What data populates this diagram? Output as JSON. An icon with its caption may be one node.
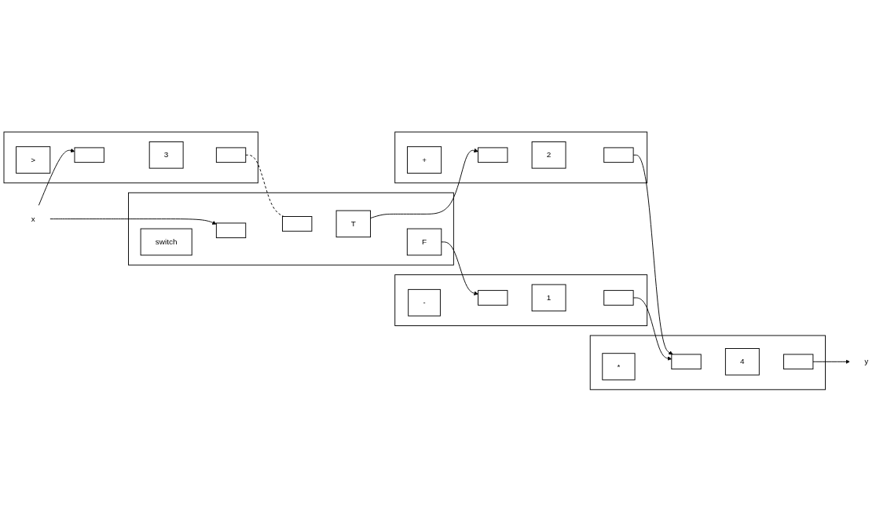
{
  "diagram": {
    "nodes": [
      {
        "text": [],
        "shape": "box"
      },
      {
        "text": [
          ">"
        ],
        "in": 0
      },
      {
        "text": [],
        "shape": "box",
        "in": 0
      },
      {
        "text": [
          "3"
        ],
        "in": 0
      },
      {
        "text": [],
        "shape": "box",
        "in": 0
      },
      {
        "text": [],
        "shape": "box"
      },
      {
        "text": [
          "switch"
        ],
        "in": 5
      },
      {
        "text": [],
        "shape": "box",
        "in": 5
      },
      {
        "text": [],
        "shape": "box",
        "in": 5
      },
      {
        "text": [
          "T"
        ],
        "in": 5
      },
      {
        "text": [
          "F"
        ],
        "in": 5
      },
      {
        "text": [],
        "shape": "box"
      },
      {
        "text": [
          "+"
        ],
        "in": 11
      },
      {
        "text": [],
        "shape": "box",
        "in": 11
      },
      {
        "text": [
          "2"
        ],
        "in": 11
      },
      {
        "text": [],
        "shape": "box",
        "in": 11
      },
      {
        "text": [],
        "shape": "box"
      },
      {
        "text": [
          "-"
        ],
        "in": 16
      },
      {
        "text": [],
        "shape": "box",
        "in": 16
      },
      {
        "text": [
          "1"
        ],
        "in": 16
      },
      {
        "text": [],
        "shape": "box",
        "in": 16
      },
      {
        "text": [],
        "shape": "box"
      },
      {
        "text": [
          "*"
        ],
        "in": 21
      },
      {
        "text": [],
        "shape": "box",
        "in": 21
      },
      {
        "text": [
          "4"
        ],
        "in": 21
      },
      {
        "text": [],
        "shape": "box",
        "in": 21
      },
      {
        "text": [
          "x"
        ]
      },
      {
        "text": [
          "y"
        ]
      }
    ],
    "edges": [
      {
        "from": 26,
        "to": 2,
        "arrow": "to"
      },
      {
        "from": 26,
        "to": 7,
        "arrow": "to"
      },
      {
        "from": 4,
        "to": 8,
        "arrow": "none",
        "style": "dashed"
      },
      {
        "from": 9,
        "to": 13,
        "arrow": "to"
      },
      {
        "from": 10,
        "to": 18,
        "arrow": "to"
      },
      {
        "from": 15,
        "to": 23,
        "arrow": "to"
      },
      {
        "from": 20,
        "to": 23,
        "arrow": "to"
      },
      {
        "from": 25,
        "to": 27,
        "arrow": "to"
      }
    ]
  }
}
